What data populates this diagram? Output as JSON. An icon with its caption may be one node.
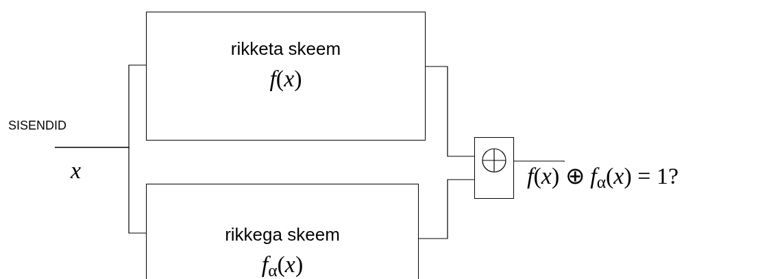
{
  "diagram": {
    "nodes": [
      {
        "text": [
          "rikketa skeem",
          "*f*(*x*)"
        ]
      },
      {
        "text": [
          "rikkega skeem",
          "*f*$_{α}$(*x*)"
        ]
      },
      {
        "text": [],
        "shape": "box"
      },
      {
        "text": [
          "*f*(*x*) ⊕ *f*$_{α}$(*x*) = 1?"
        ]
      }
    ],
    "edges": [
      {
        "from": null,
        "to": 0,
        "arrow": "none"
      },
      {
        "from": null,
        "to": 1,
        "arrow": "none"
      },
      {
        "from": 0,
        "to": 2,
        "arrow": "none"
      },
      {
        "from": 1,
        "to": 2,
        "arrow": "none"
      },
      {
        "from": 2,
        "to": 3,
        "arrow": "none"
      }
    ],
    "labels": [
      "SISENDID",
      "*x*"
    ]
  }
}
